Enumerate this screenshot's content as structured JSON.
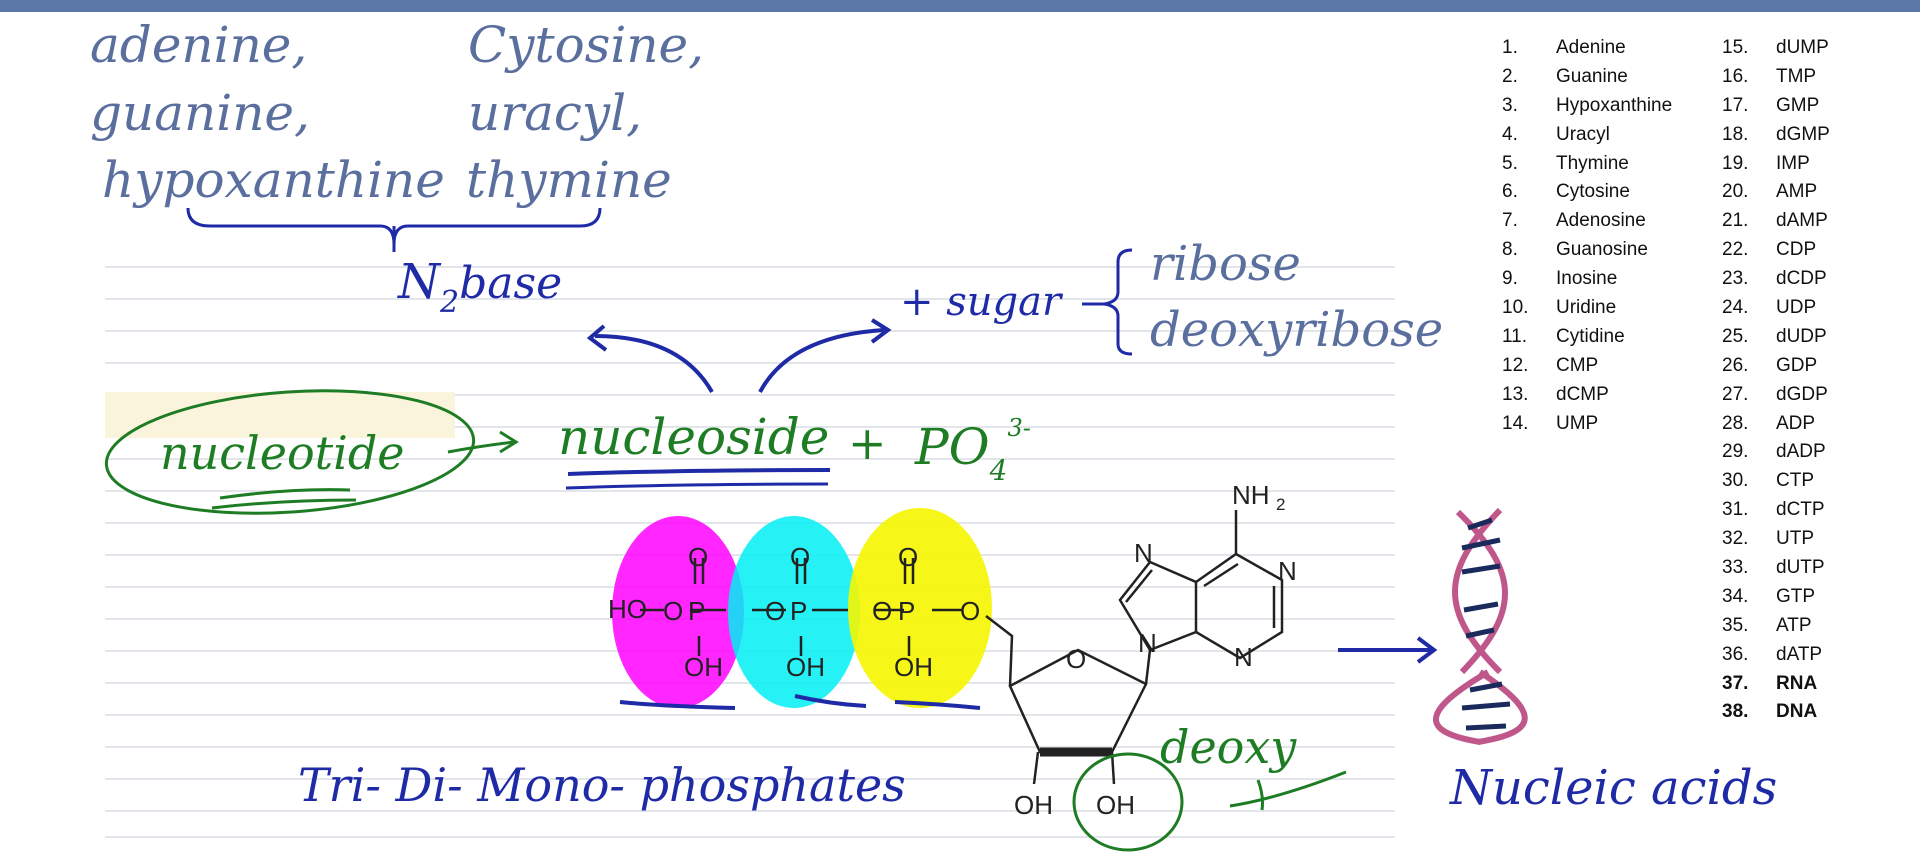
{
  "purines_label": [
    "adenine,",
    "guanine,",
    "hypoxanthine"
  ],
  "pyrimidines_label": [
    "Cytosine,",
    "uracyl,",
    "thymine"
  ],
  "n2base_label": "N",
  "n2base_sub": "2",
  "n2base_suffix": "base",
  "sugar_label": "+ sugar",
  "sugar_options": [
    "ribose",
    "deoxyribose"
  ],
  "nucleotide_label": "nucleotide",
  "nucleoside_label": "nucleoside",
  "plus_label": "+",
  "phosphate_label": "PO",
  "phosphate_sub": "4",
  "phosphate_sup": "3-",
  "phosphates_caption": "Tri- Di- Mono- phosphates",
  "deoxy_label": "deoxy",
  "nucleic_acids_label": "Nucleic acids",
  "structure_text": {
    "nh2": "NH",
    "nh2_sub": "2",
    "n": "N",
    "o": "O",
    "ho": "HO",
    "p": "P",
    "oh": "OH"
  },
  "list_col1": [
    {
      "num": "1.",
      "name": "Adenine"
    },
    {
      "num": "2.",
      "name": "Guanine"
    },
    {
      "num": "3.",
      "name": "Hypoxanthine"
    },
    {
      "num": "4.",
      "name": "Uracyl"
    },
    {
      "num": "5.",
      "name": "Thymine"
    },
    {
      "num": "6.",
      "name": "Cytosine"
    },
    {
      "num": "7.",
      "name": "Adenosine"
    },
    {
      "num": "8.",
      "name": "Guanosine"
    },
    {
      "num": "9.",
      "name": "Inosine"
    },
    {
      "num": "10.",
      "name": "Uridine"
    },
    {
      "num": "11.",
      "name": "Cytidine"
    },
    {
      "num": "12.",
      "name": "CMP"
    },
    {
      "num": "13.",
      "name": "dCMP"
    },
    {
      "num": "14.",
      "name": "UMP"
    }
  ],
  "list_col2": [
    {
      "num": "15.",
      "name": "dUMP"
    },
    {
      "num": "16.",
      "name": "TMP"
    },
    {
      "num": "17.",
      "name": "GMP"
    },
    {
      "num": "18.",
      "name": "dGMP"
    },
    {
      "num": "19.",
      "name": "IMP"
    },
    {
      "num": "20.",
      "name": "AMP"
    },
    {
      "num": "21.",
      "name": "dAMP"
    },
    {
      "num": "22.",
      "name": "CDP"
    },
    {
      "num": "23.",
      "name": "dCDP"
    },
    {
      "num": "24.",
      "name": "UDP"
    },
    {
      "num": "25.",
      "name": "dUDP"
    },
    {
      "num": "26.",
      "name": "GDP"
    },
    {
      "num": "27.",
      "name": "dGDP"
    },
    {
      "num": "28.",
      "name": "ADP"
    },
    {
      "num": "29.",
      "name": "dADP"
    },
    {
      "num": "30.",
      "name": "CTP"
    },
    {
      "num": "31.",
      "name": "dCTP"
    },
    {
      "num": "32.",
      "name": "UTP"
    },
    {
      "num": "33.",
      "name": "dUTP"
    },
    {
      "num": "34.",
      "name": "GTP"
    },
    {
      "num": "35.",
      "name": "ATP"
    },
    {
      "num": "36.",
      "name": "dATP"
    },
    {
      "num": "37.",
      "name": "RNA",
      "bold": true
    },
    {
      "num": "38.",
      "name": "DNA",
      "bold": true
    }
  ],
  "colors": {
    "header_bar": "#5b78a8",
    "slate_ink": "#5a6f9e",
    "blue_ink": "#1f2ba6",
    "green_ink": "#1e7d24",
    "phosphate_1": "#ff00ff",
    "phosphate_2": "#00f0f5",
    "phosphate_3": "#f5f500",
    "dna_strand": "#c0578a",
    "dna_rungs": "#1b2a5c"
  }
}
